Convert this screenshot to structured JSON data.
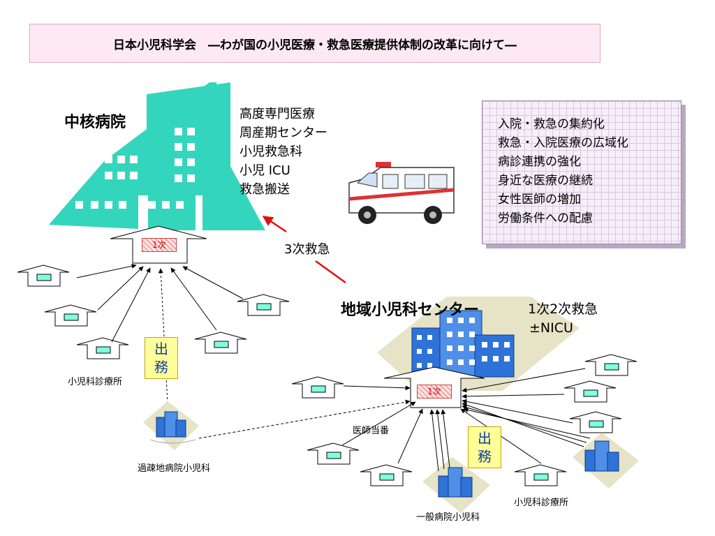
{
  "title": "日本小児科学会　―わが国の小児医療・救急医療提供体制の改革に向けて―",
  "central_hospital": {
    "label": "中核病院",
    "services": [
      "高度専門医療",
      "周産期センター",
      "小児救急科",
      "小児 ICU",
      "救急搬送"
    ],
    "badge": "1次"
  },
  "transport_label": "3次救急",
  "regional_center": {
    "label": "地域小児科センター",
    "services": [
      "1次2次救急",
      "±NICU"
    ],
    "badge": "1次"
  },
  "reforms": [
    "入院・救急の集約化",
    "救急・入院医療の広域化",
    "病診連携の強化",
    "身近な医療の継続",
    "女性医師の増加",
    "労働条件への配慮"
  ],
  "labels": {
    "clinic_left": "小児科診療所",
    "clinic_right": "小児科診療所",
    "rural": "過疎地病院小児科",
    "doctor_duty": "医師当番",
    "general": "一般病院小児科",
    "duty_left": [
      "出",
      "務"
    ],
    "duty_right": [
      "出",
      "務"
    ]
  },
  "colors": {
    "hospital": "#33d6bd",
    "building_blue": "#2f72d8",
    "arrow_red": "#e01010",
    "title_bg": "#fde9f3"
  }
}
